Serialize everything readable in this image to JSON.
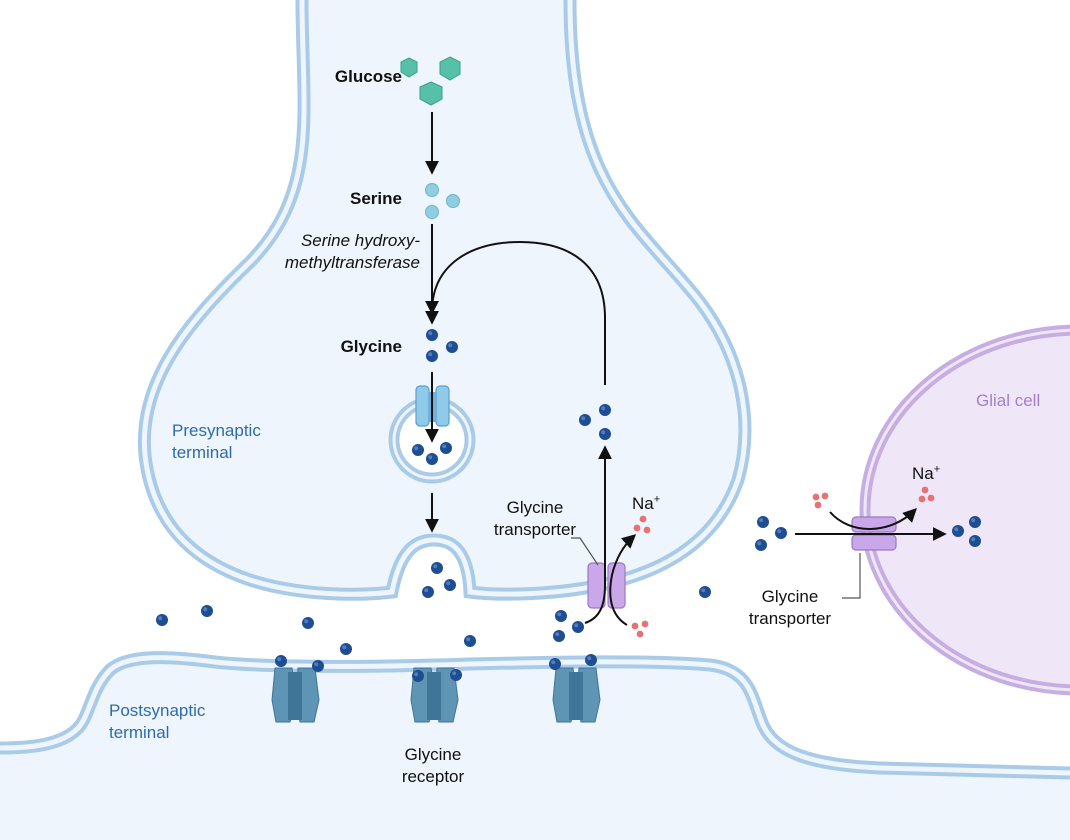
{
  "labels": {
    "glucose": "Glucose",
    "serine": "Serine",
    "enzyme_line1": "Serine hydroxy-",
    "enzyme_line2": "methyltransferase",
    "glycine": "Glycine",
    "presynaptic_line1": "Presynaptic",
    "presynaptic_line2": "terminal",
    "postsynaptic_line1": "Postsynaptic",
    "postsynaptic_line2": "terminal",
    "glial_cell": "Glial cell",
    "transporter_pre_line1": "Glycine",
    "transporter_pre_line2": "transporter",
    "transporter_glial_line1": "Glycine",
    "transporter_glial_line2": "transporter",
    "receptor_line1": "Glycine",
    "receptor_line2": "receptor",
    "sodium_pre": "Na",
    "sodium_glial": "Na",
    "sodium_charge": "+"
  },
  "colors": {
    "membrane": "#a9cbe8",
    "cytoplasm": "#eef5fc",
    "glial_fill": "#efe6f7",
    "glial_membrane": "#b795d6",
    "glucose": "#56c0a8",
    "serine": "#8fcde0",
    "glycine": "#1f4d91",
    "sodium": "#e57373",
    "receptor": "#5e95b5",
    "transporter": "#c9a7e8",
    "arrow": "#111111"
  }
}
